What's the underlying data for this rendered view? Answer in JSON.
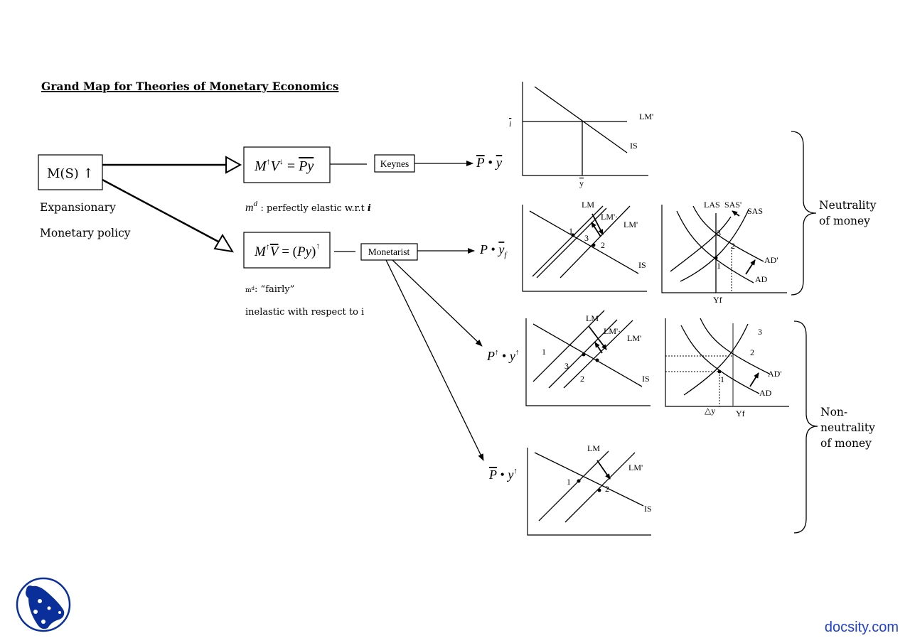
{
  "title": "Grand Map for Theories of Monetary Economics",
  "start_box": {
    "label": "M(S) ↑"
  },
  "start_caption": [
    "Expansionary",
    "Monetary policy"
  ],
  "keynes": {
    "formula": {
      "m": "M",
      "m_sup": "↑",
      "v": "V",
      "v_sup": "↓",
      "eq": " = ",
      "rhs": "Py"
    },
    "school": "Keynes",
    "outcome": {
      "p": "P",
      "dot": " • ",
      "y": "y"
    },
    "note": {
      "md": "m",
      "md_sup": "d",
      "text": " : perfectly elastic w.r.t ",
      "var": "i"
    }
  },
  "monetarist": {
    "formula": {
      "m": "M",
      "m_sup": "↑",
      "v": "V",
      "eq": " = (",
      "rhs": "Py",
      "close": ")",
      "rhs_sup": "↑"
    },
    "school": "Monetarist",
    "outcome_long_run": {
      "p": "P",
      "dot": " • ",
      "y": "y",
      "sub": "f"
    },
    "outcome_short_run": {
      "p": "P",
      "p_sup": "↑",
      "dot": " • ",
      "y": "y",
      "y_sup": "↑"
    },
    "outcome_fixed_price": {
      "p": "P",
      "dot": " • ",
      "y": "y",
      "y_sup": "↑"
    },
    "note1": {
      "md": "m",
      "md_sup": "d",
      "text": ": “fairly”"
    },
    "note2": "inelastic with respect to i"
  },
  "graphs": {
    "keynes_islm": {
      "i_label": "i",
      "y_label": "y",
      "lm": "LM'",
      "is": "IS"
    },
    "neutral_islm": {
      "lm": "LM",
      "lm2": "LM'·",
      "lm1": "LM'",
      "is": "IS",
      "points": [
        "1",
        "3",
        "2"
      ]
    },
    "neutral_asad": {
      "las": "LAS",
      "sas2": "SAS'",
      "sas": "SAS",
      "ad2": "AD'",
      "ad": "AD",
      "yf": "Yf",
      "points": [
        "3",
        "2",
        "1"
      ]
    },
    "nonneutral_islm": {
      "lm": "LM",
      "lm2": "LM'·",
      "lm1": "LM'",
      "is": "IS",
      "points": [
        "1",
        "3",
        "2"
      ]
    },
    "nonneutral_asad": {
      "ad2": "AD'",
      "ad": "AD",
      "dy": "△y",
      "yf": "Yf",
      "points": [
        "3",
        "2",
        "1"
      ]
    },
    "fixed_price_islm": {
      "lm": "LM",
      "lm1": "LM'",
      "is": "IS",
      "points": [
        "1",
        "2"
      ]
    }
  },
  "braces": {
    "neutrality": [
      "Neutrality",
      "of money"
    ],
    "non_neutrality": [
      "Non-",
      "neutrality",
      "of money"
    ]
  },
  "footer": {
    "brand": "docsity.com",
    "brand_color": "#1f3fd6",
    "logo_color": "#0a2f9a"
  }
}
